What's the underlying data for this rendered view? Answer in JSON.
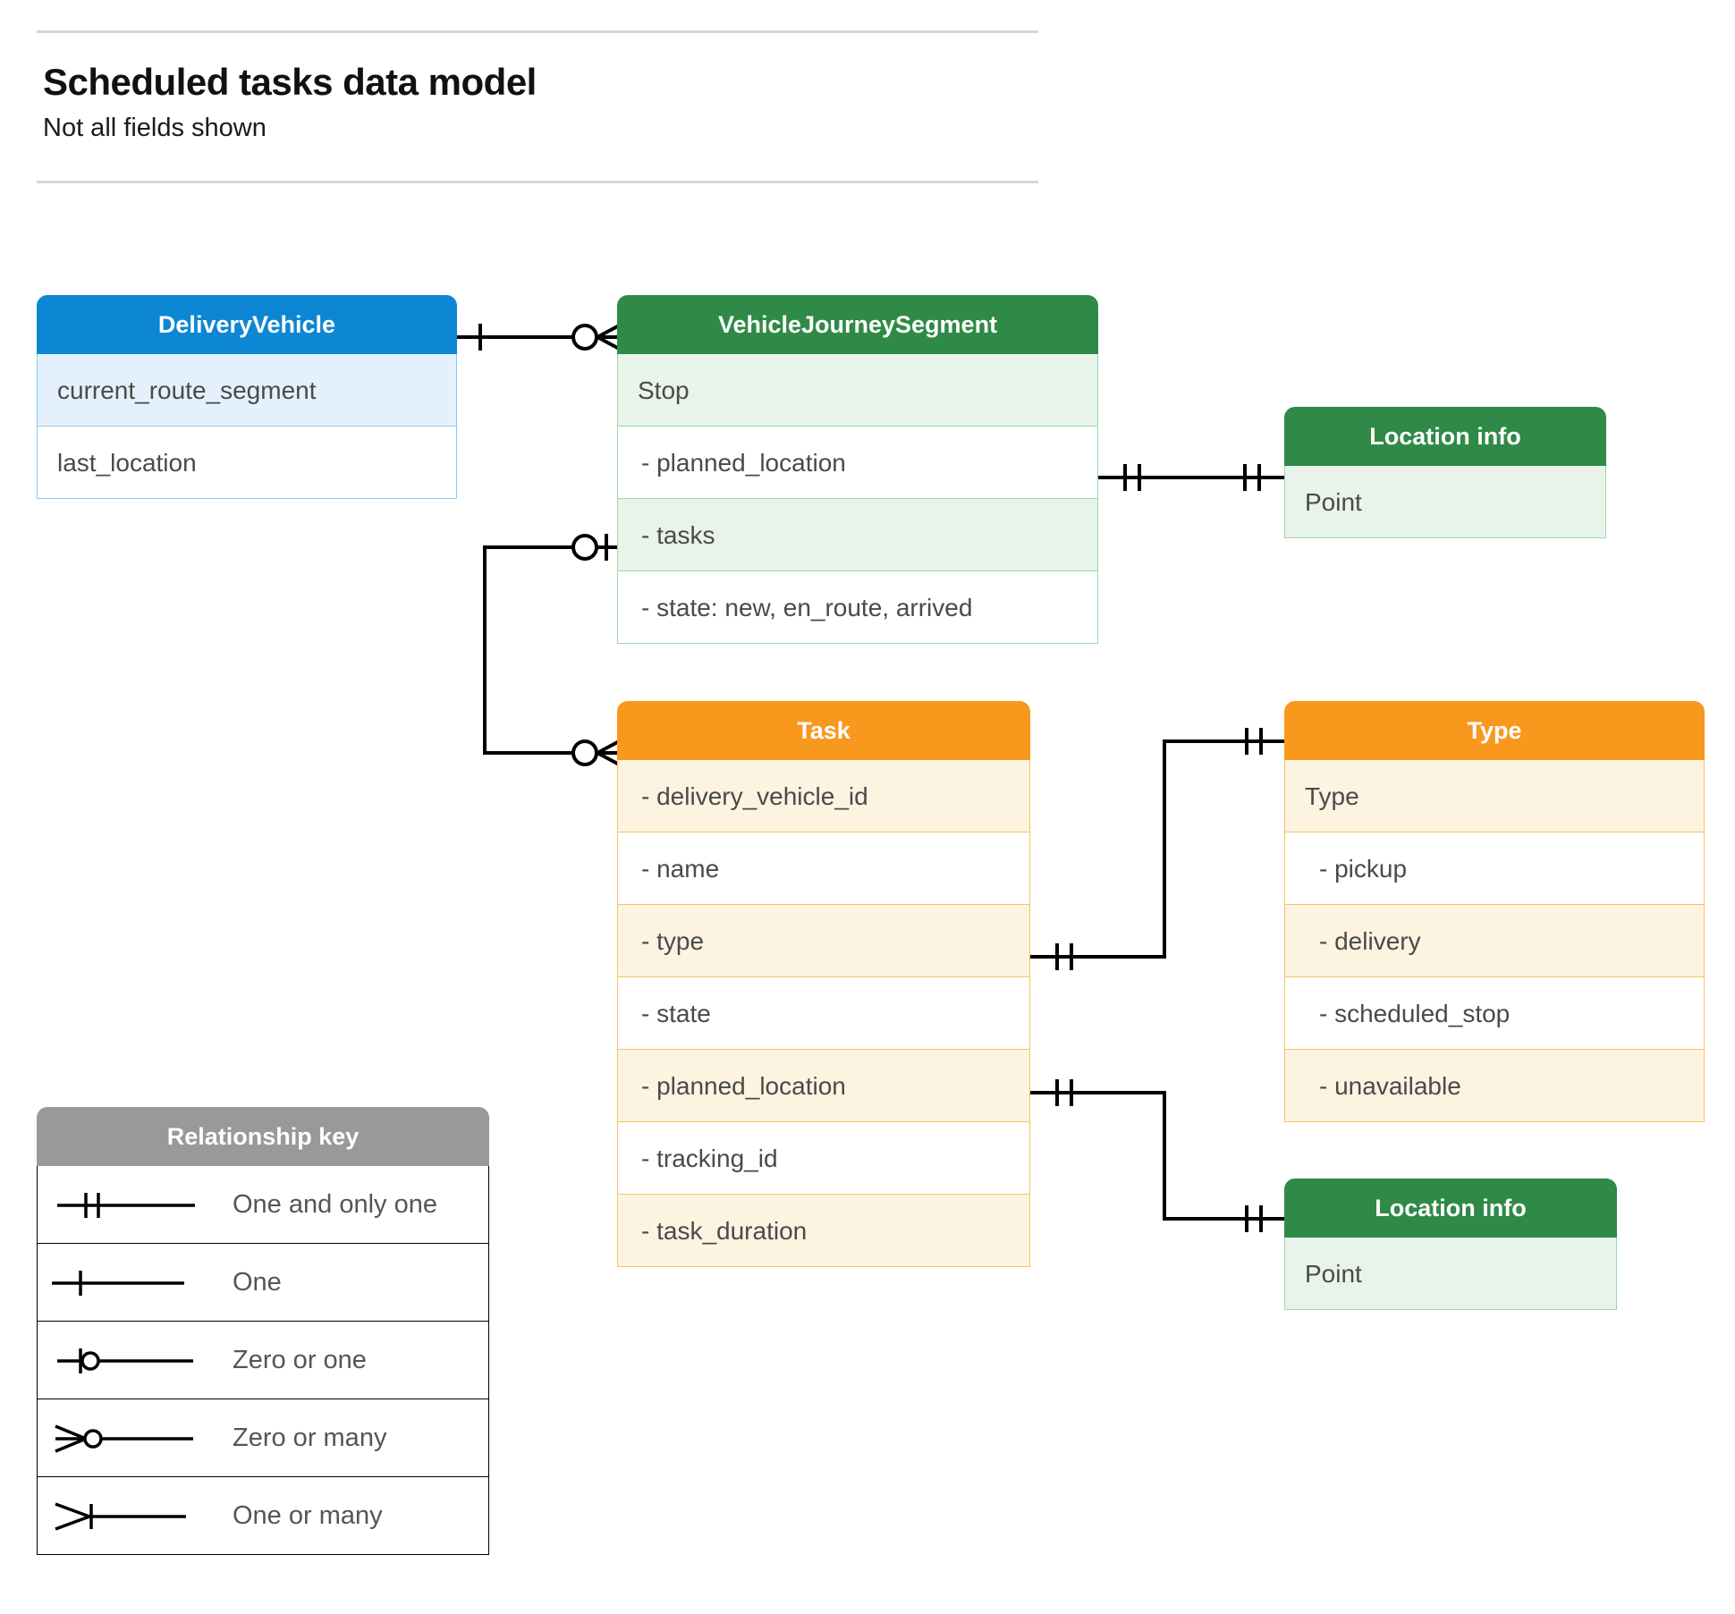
{
  "header": {
    "title": "Scheduled tasks data model",
    "subtitle": "Not all fields shown"
  },
  "entities": {
    "delivery_vehicle": {
      "title": "DeliveryVehicle",
      "accent": "#0d86d4",
      "rows": [
        "current_route_segment",
        "last_location"
      ]
    },
    "vehicle_journey_segment": {
      "title": "VehicleJourneySegment",
      "accent": "#2e8a46",
      "rows": [
        "Stop",
        "-  planned_location",
        "- tasks",
        "- state: new, en_route, arrived"
      ]
    },
    "location_info_top": {
      "title": "Location info",
      "accent": "#2e8a46",
      "rows": [
        "Point"
      ]
    },
    "location_info_bottom": {
      "title": "Location info",
      "accent": "#2e8a46",
      "rows": [
        "Point"
      ]
    },
    "task": {
      "title": "Task",
      "accent": "#f8981d",
      "rows": [
        "- delivery_vehicle_id",
        "- name",
        "- type",
        "- state",
        "- planned_location",
        "- tracking_id",
        "- task_duration"
      ]
    },
    "type": {
      "title": "Type",
      "accent": "#f8981d",
      "rows": [
        "Type",
        "-   pickup",
        "-   delivery",
        "-   scheduled_stop",
        "-   unavailable"
      ]
    }
  },
  "legend": {
    "title": "Relationship key",
    "accent": "#999999",
    "items": [
      {
        "symbol": "one-and-only-one",
        "label": "One and only one"
      },
      {
        "symbol": "one",
        "label": "One"
      },
      {
        "symbol": "zero-or-one",
        "label": "Zero or one"
      },
      {
        "symbol": "zero-or-many",
        "label": "Zero or many"
      },
      {
        "symbol": "one-or-many",
        "label": "One or many"
      }
    ]
  },
  "relationships": [
    {
      "name": "deliveryvehicle-to-vehiclejourneysegment",
      "from": "DeliveryVehicle",
      "from_cardinality": "one",
      "to": "VehicleJourneySegment",
      "to_cardinality": "zero-or-many"
    },
    {
      "name": "vehiclejourneysegment-planned-location-to-location-info",
      "from": "VehicleJourneySegment.planned_location",
      "from_cardinality": "one-and-only-one",
      "to": "Location info",
      "to_cardinality": "one-and-only-one"
    },
    {
      "name": "vehiclejourneysegment-tasks-to-task",
      "from": "VehicleJourneySegment.tasks",
      "from_cardinality": "zero-or-one",
      "to": "Task",
      "to_cardinality": "zero-or-many"
    },
    {
      "name": "task-type-to-type",
      "from": "Task.type",
      "from_cardinality": "one-and-only-one",
      "to": "Type",
      "to_cardinality": "one-and-only-one"
    },
    {
      "name": "task-planned-location-to-location-info",
      "from": "Task.planned_location",
      "from_cardinality": "one-and-only-one",
      "to": "Location info",
      "to_cardinality": "one-and-only-one"
    }
  ]
}
